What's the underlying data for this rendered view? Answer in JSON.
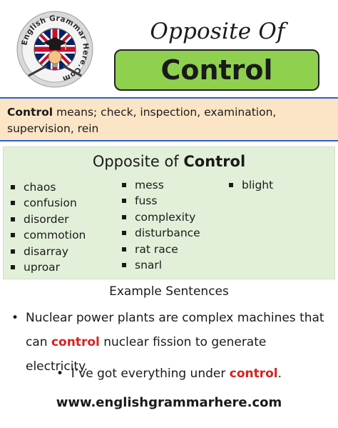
{
  "logo": {
    "text": "English Grammar Here.Com",
    "icon": "grammar-logo-icon",
    "colors": {
      "ring": "#f2f2f2",
      "outer": "#d9d9d9",
      "flag_red": "#c8102e",
      "flag_blue": "#012169",
      "cap": "#1a1a1a"
    }
  },
  "header": {
    "title": "Opposite Of",
    "keyword": "Control",
    "keyword_bg": "#8fd14f"
  },
  "meaning": {
    "word": "Control",
    "text": " means; check, inspection, examination, supervision, rein",
    "bg": "#fbe5c6",
    "border": "#2b62c4"
  },
  "opposites": {
    "title_prefix": "Opposite of ",
    "title_word": "Control",
    "bg": "#e2f0d9",
    "columns": [
      [
        "chaos",
        "confusion",
        "disorder",
        "commotion",
        "disarray",
        "uproar"
      ],
      [
        "mess",
        "fuss",
        "complexity",
        "disturbance",
        "rat race",
        "snarl"
      ],
      [
        "blight"
      ]
    ]
  },
  "examples": {
    "heading": "Example Sentences",
    "bullet": "•",
    "keyword_color": "#d9201f",
    "items": [
      {
        "before": "Nuclear power plants are complex machines that",
        "line2_before": "can ",
        "keyword": "control",
        "after": " nuclear fission to generate electricity."
      },
      {
        "before": "I’ve got everything under ",
        "keyword": "control",
        "after": "."
      }
    ]
  },
  "footer": {
    "url": "www.englishgrammarhere.com"
  }
}
